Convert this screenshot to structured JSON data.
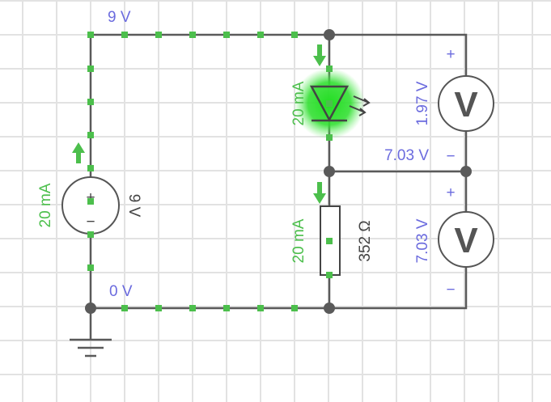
{
  "colors": {
    "current": "#4cbf4c",
    "voltage": "#6b6bde",
    "wire": "#5a5a5a",
    "led_glow": "#22dd22"
  },
  "node_labels": {
    "top": "9 V",
    "bottom": "0 V"
  },
  "battery": {
    "voltage": "9 V",
    "current": "20 mA",
    "plus": "+",
    "minus": "−"
  },
  "led": {
    "current": "20 mA"
  },
  "resistor": {
    "resistance": "352 Ω",
    "current": "20 mA"
  },
  "voltmeter_led": {
    "reading": "1.97 V",
    "symbol": "V",
    "plus": "+",
    "minus": "−"
  },
  "voltmeter_resistor": {
    "reading": "7.03 V",
    "symbol": "V",
    "plus": "+",
    "minus": "−"
  },
  "midnode_voltage": "7.03 V"
}
